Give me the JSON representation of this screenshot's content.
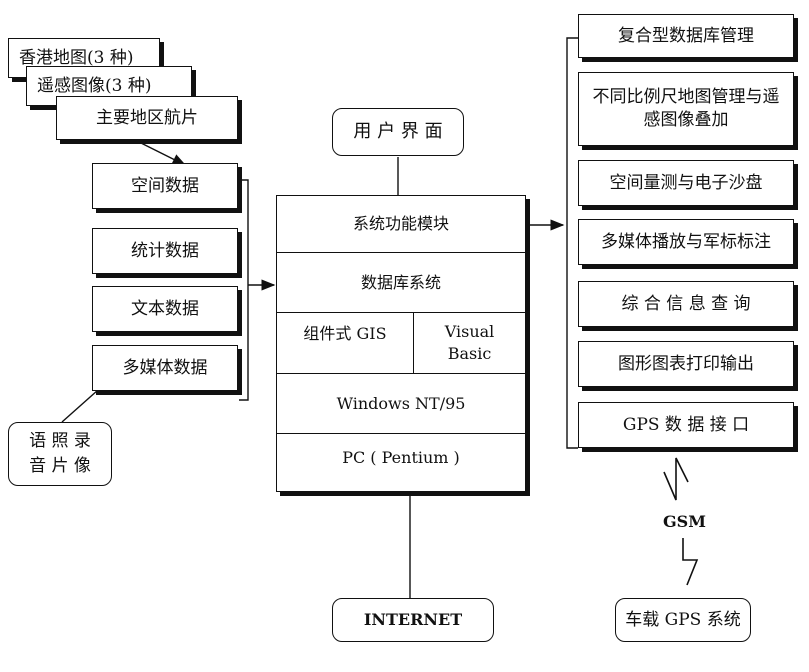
{
  "map_stack": [
    "香港地图(3 种)",
    "遥感图像(3 种)",
    "主要地区航片"
  ],
  "data_sources": [
    "空间数据",
    "统计数据",
    "文本数据",
    "多媒体数据"
  ],
  "media_input": {
    "line1": "语 照 录",
    "line2": "音 片 像"
  },
  "user_interface": "用 户 界 面",
  "system": {
    "function_module": "系统功能模块",
    "database_system": "数据库系统",
    "component_gis": "组件式 GIS",
    "visual_basic_1": "Visual",
    "visual_basic_2": "Basic",
    "os": "Windows NT/95",
    "pc": "PC ( Pentium )"
  },
  "internet": "INTERNET",
  "functions": [
    "复合型数据库管理",
    "不同比例尺地图管理与遥感图像叠加",
    "空间量测与电子沙盘",
    "多媒体播放与军标标注",
    "综 合 信 息 查 询",
    "图形图表打印输出",
    "GPS 数 据 接 口"
  ],
  "gsm": "GSM",
  "vehicle_gps": "车载 GPS 系统"
}
